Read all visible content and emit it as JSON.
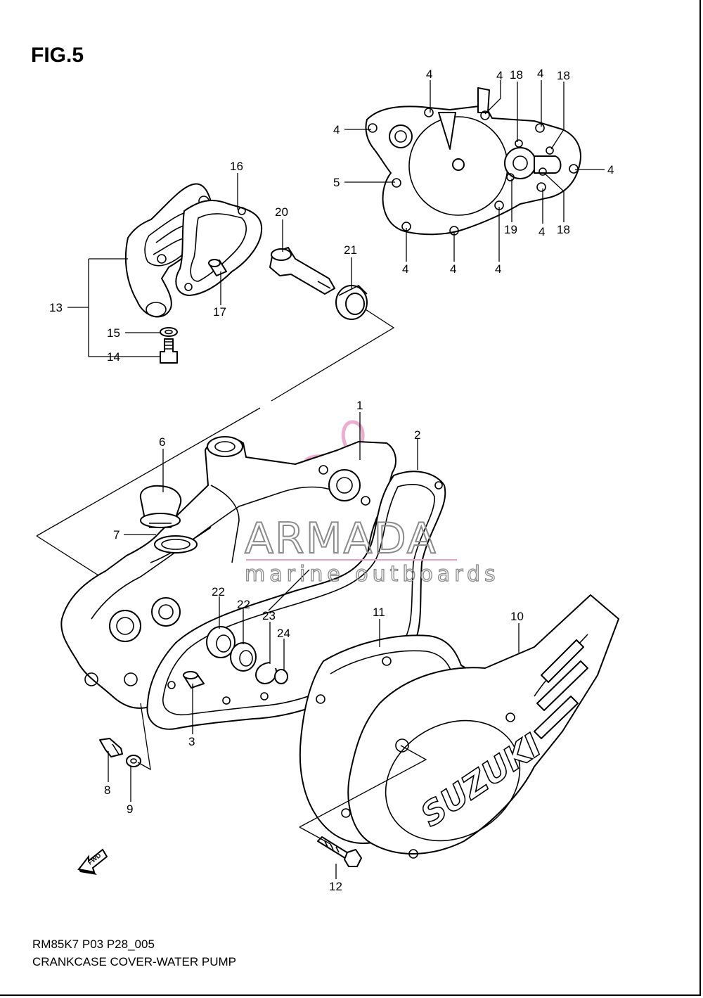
{
  "figure_title": "FIG.5",
  "footer": {
    "code": "RM85K7 P03 P28_005",
    "caption": "CRANKCASE COVER-WATER PUMP"
  },
  "watermark": {
    "brand": "ARMADA",
    "tagline": "marine outboards",
    "color_logo": "#e8a0c8",
    "color_text": "#8a8a8a"
  },
  "cover_logo_text": "SUZUKI",
  "fwd_arrow_text": "FWD",
  "callouts": {
    "c1": "1",
    "c2": "2",
    "c3": "3",
    "c4": "4",
    "c5": "5",
    "c6": "6",
    "c7": "7",
    "c8": "8",
    "c9": "9",
    "c10": "10",
    "c11": "11",
    "c12": "12",
    "c13": "13",
    "c14": "14",
    "c15": "15",
    "c16": "16",
    "c17": "17",
    "c18": "18",
    "c19": "19",
    "c20": "20",
    "c21": "21",
    "c22": "22",
    "c23": "23",
    "c24": "24"
  }
}
